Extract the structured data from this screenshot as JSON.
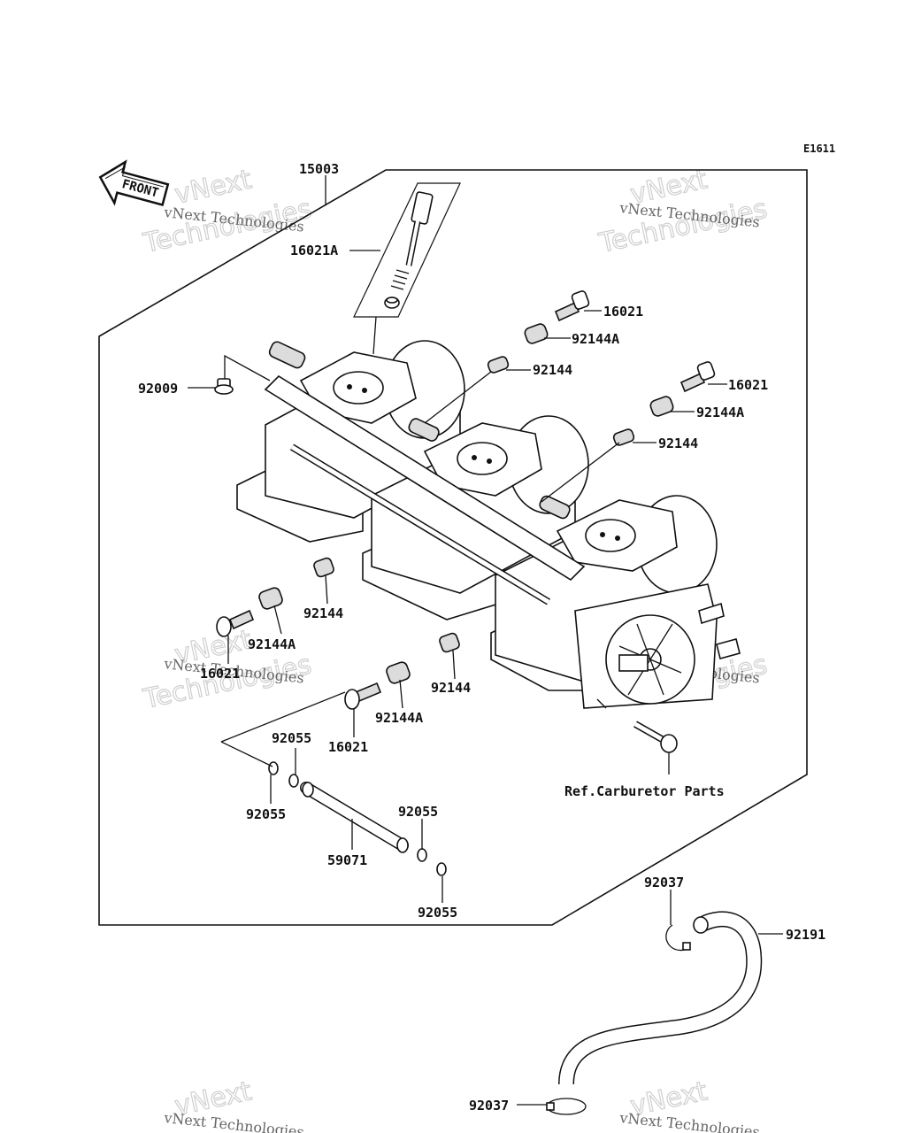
{
  "diagram_code": "E1611",
  "front_label": "FRONT",
  "reference_note": "Ref.Carburetor Parts",
  "watermark": {
    "line1": "vNext Technologies",
    "line2": "Technologies",
    "line3": "vNext"
  },
  "callouts": [
    {
      "id": "c1",
      "text": "15003"
    },
    {
      "id": "c2",
      "text": "16021A"
    },
    {
      "id": "c3",
      "text": "16021"
    },
    {
      "id": "c4",
      "text": "92144A"
    },
    {
      "id": "c5",
      "text": "92144"
    },
    {
      "id": "c6",
      "text": "92009"
    },
    {
      "id": "c7",
      "text": "16021"
    },
    {
      "id": "c8",
      "text": "92144A"
    },
    {
      "id": "c9",
      "text": "92144"
    },
    {
      "id": "c10",
      "text": "92144"
    },
    {
      "id": "c11",
      "text": "92144A"
    },
    {
      "id": "c12",
      "text": "16021"
    },
    {
      "id": "c13",
      "text": "92144"
    },
    {
      "id": "c14",
      "text": "92144A"
    },
    {
      "id": "c15",
      "text": "16021"
    },
    {
      "id": "c16",
      "text": "92055"
    },
    {
      "id": "c17",
      "text": "92055"
    },
    {
      "id": "c18",
      "text": "92055"
    },
    {
      "id": "c19",
      "text": "59071"
    },
    {
      "id": "c20",
      "text": "92055"
    },
    {
      "id": "c21",
      "text": "92037"
    },
    {
      "id": "c22",
      "text": "92191"
    },
    {
      "id": "c23",
      "text": "92037"
    }
  ]
}
